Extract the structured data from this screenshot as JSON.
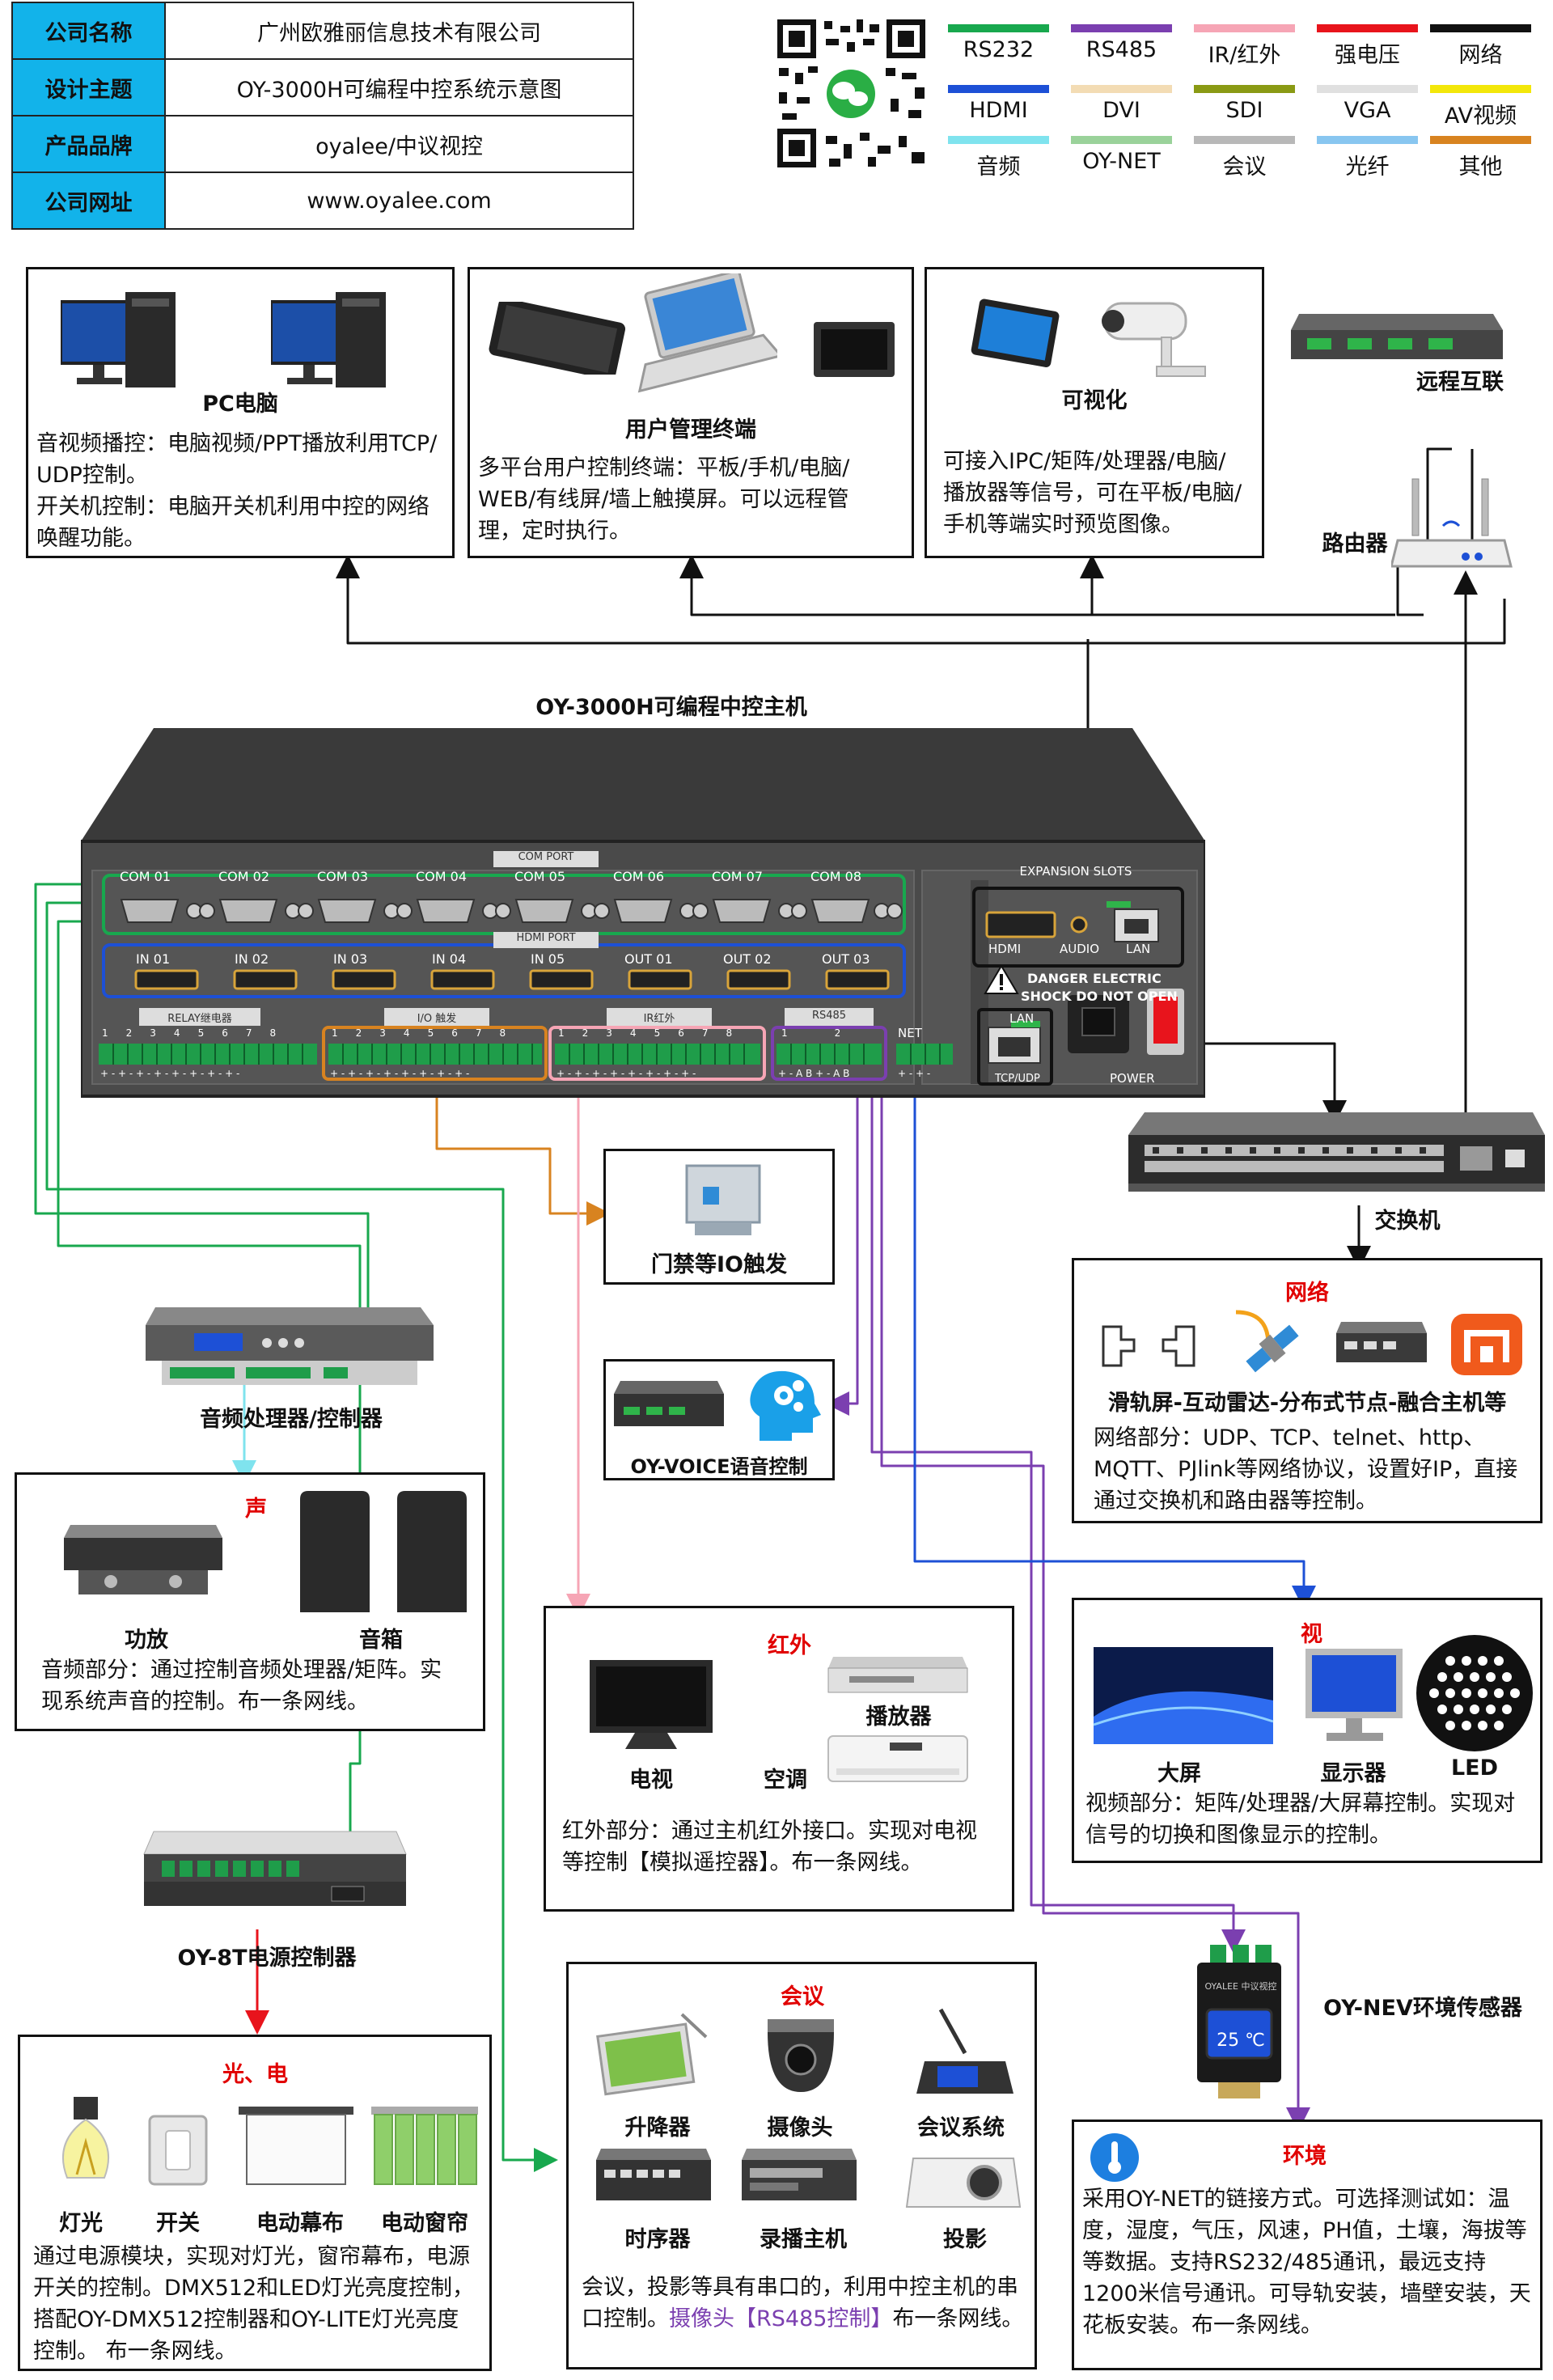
{
  "info": {
    "rows": [
      {
        "key": "公司名称",
        "value": "广州欧雅丽信息技术有限公司"
      },
      {
        "key": "设计主题",
        "value": "OY-3000H可编程中控系统示意图"
      },
      {
        "key": "产品品牌",
        "value": "oyalee/中议视控"
      },
      {
        "key": "公司网址",
        "value": "www.oyalee.com"
      }
    ]
  },
  "legend": [
    {
      "label": "RS232",
      "color": "#18a84e"
    },
    {
      "label": "RS485",
      "color": "#7b3fb0"
    },
    {
      "label": "IR/红外",
      "color": "#f6a5b5"
    },
    {
      "label": "强电压",
      "color": "#e8141c"
    },
    {
      "label": "网络",
      "color": "#111111"
    },
    {
      "label": "HDMI",
      "color": "#1d50d6"
    },
    {
      "label": "DVI",
      "color": "#f3dcb4"
    },
    {
      "label": "SDI",
      "color": "#8a9a14"
    },
    {
      "label": "VGA",
      "color": "#e0e0e0"
    },
    {
      "label": "AV视频",
      "color": "#f3e70a"
    },
    {
      "label": "音频",
      "color": "#7fe3ee"
    },
    {
      "label": "OY-NET",
      "color": "#9ad29a"
    },
    {
      "label": "会议",
      "color": "#b8b8b8"
    },
    {
      "label": "光纤",
      "color": "#88c6f0"
    },
    {
      "label": "其他",
      "color": "#d88320"
    }
  ],
  "pc": {
    "title": "PC电脑",
    "desc": [
      "音视频播控：电脑视频/PPT播放利用TCP/",
      "UDP控制。",
      "开关机控制：电脑开关机利用中控的网络",
      "唤醒功能。"
    ]
  },
  "terminal": {
    "title": "用户管理终端",
    "desc": [
      "多平台用户控制终端：平板/手机/电脑/",
      "WEB/有线屏/墙上触摸屏。可以远程管",
      "理，定时执行。"
    ]
  },
  "visual": {
    "title": "可视化",
    "desc": [
      "可接入IPC/矩阵/处理器/电脑/",
      "播放器等信号，可在平板/电脑/",
      "手机等端实时预览图像。"
    ]
  },
  "remote": {
    "label": "远程互联"
  },
  "router": {
    "label": "路由器"
  },
  "host": {
    "title": "OY-3000H可编程中控主机",
    "com_port": "COM PORT",
    "com": [
      "COM 01",
      "COM 02",
      "COM 03",
      "COM 04",
      "COM 05",
      "COM 06",
      "COM 07",
      "COM 08"
    ],
    "hdmi_port": "HDMI PORT",
    "hdmi": [
      "IN 01",
      "IN 02",
      "IN 03",
      "IN 04",
      "IN 05",
      "OUT 01",
      "OUT 02",
      "OUT 03"
    ],
    "relay": "RELAY继电器",
    "io": "I/O 触发",
    "ir": "IR红外",
    "rs485": "RS485",
    "net": "NET",
    "expansion": "EXPANSION SLOTS",
    "exp_hdmi": "HDMI",
    "exp_audio": "AUDIO",
    "exp_lan": "LAN",
    "warn1": "DANGER ELECTRIC",
    "warn2": "SHOCK DO NOT OPEN",
    "lan": "LAN",
    "tcp": "TCP/UDP",
    "power": "POWER",
    "nums8": [
      "1",
      "2",
      "3",
      "4",
      "5",
      "6",
      "7",
      "8"
    ],
    "nums2": [
      "1",
      "2"
    ],
    "pm_relay": "+ - + - + - + - + - + - + - + -",
    "pm_io": "+ - + - + - + - + - + - + - + -",
    "pm_ir": "+ - + - + - + - + - + - + - + -",
    "pm_485": "+ - A B + - A B",
    "pm_net": "+ - + -"
  },
  "switch": {
    "label": "交换机"
  },
  "door": {
    "label": "门禁等IO触发"
  },
  "voice": {
    "label": "OY-VOICE语音控制"
  },
  "network": {
    "title": "网络",
    "subtitle": "滑轨屏-互动雷达-分布式节点-融合主机等",
    "desc": [
      "网络部分：UDP、TCP、telnet、http、",
      "MQTT、PJlink等网络协议，设置好IP，直接",
      "通过交换机和路由器等控制。"
    ]
  },
  "audio_proc": {
    "label": "音频处理器/控制器"
  },
  "sound": {
    "title": "声",
    "amp": "功放",
    "speaker": "音箱",
    "desc": [
      "音频部分：通过控制音频处理器/矩阵。实",
      "现系统声音的控制。布一条网线。"
    ]
  },
  "ir": {
    "title": "红外",
    "tv": "电视",
    "player": "播放器",
    "ac": "空调",
    "desc": [
      "红外部分：通过主机红外接口。实现对电视",
      "等控制【模拟遥控器】。布一条网线。"
    ]
  },
  "video": {
    "title": "视",
    "screen": "大屏",
    "monitor": "显示器",
    "led": "LED",
    "desc": [
      "视频部分：矩阵/处理器/大屏幕控制。实现对",
      "信号的切换和图像显示的控制。"
    ]
  },
  "power8": {
    "label": "OY-8T电源控制器"
  },
  "light": {
    "title": "光、电",
    "items": [
      "灯光",
      "开关",
      "电动幕布",
      "电动窗帘"
    ],
    "desc": [
      "通过电源模块，实现对灯光，窗帘幕布，电源",
      "开关的控制。DMX512和LED灯光亮度控制，",
      "搭配OY-DMX512控制器和OY-LITE灯光亮度",
      "控制。    布一条网线。"
    ]
  },
  "meeting": {
    "title": "会议",
    "items": [
      "升降器",
      "摄像头",
      "会议系统",
      "时序器",
      "录播主机",
      "投影"
    ],
    "desc1": "会议，投影等具有串口的，利用中控主机的串",
    "desc2_a": "口控制。",
    "desc2_b": "摄像头【RS485控制】",
    "desc2_c": "布一条网线。"
  },
  "sensor": {
    "label": "OY-NEV环境传感器",
    "screen_text": "25 ℃",
    "brand": "OYALEE 中议视控"
  },
  "env": {
    "title": "环境",
    "desc": [
      "采用OY-NET的链接方式。可选择测试如：温",
      "度，湿度，气压，风速，PH值，土壤，海拔等",
      "等数据。支持RS232/485通讯，最远支持",
      "1200米信号通讯。可导轨安装，墙壁安装，天",
      "花板安装。布一条网线。"
    ]
  }
}
